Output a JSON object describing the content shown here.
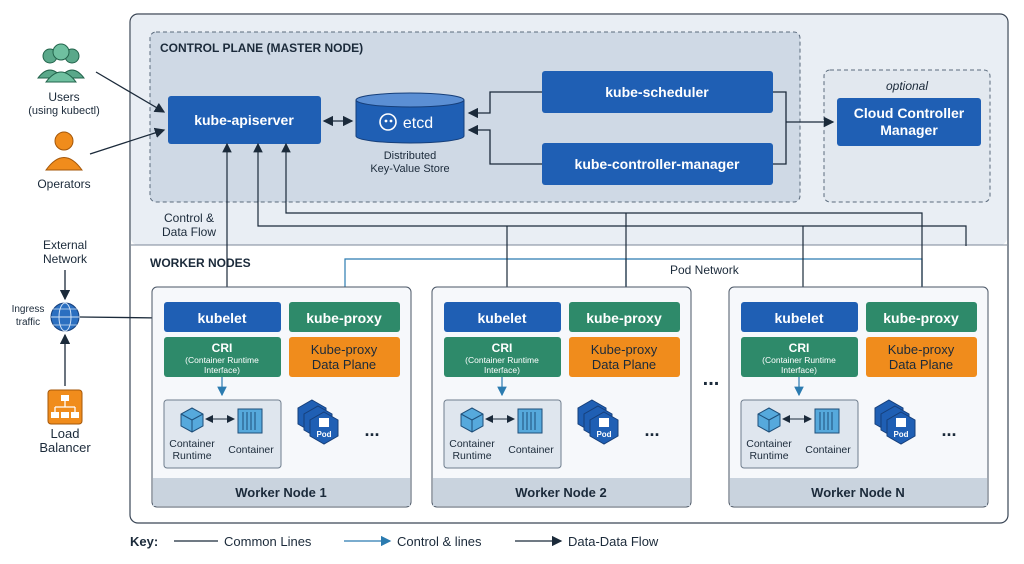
{
  "control_plane": {
    "title": "CONTROL PLANE (MASTER NODE)",
    "apiserver": "kube-apiserver",
    "etcd": "etcd",
    "etcd_caption_1": "Distributed",
    "etcd_caption_2": "Key-Value Store",
    "scheduler": "kube-scheduler",
    "controller_manager": "kube-controller-manager"
  },
  "cloud": {
    "optional_label": "optional",
    "title_1": "Cloud Controller",
    "title_2": "Manager"
  },
  "left": {
    "users_1": "Users",
    "users_2": "(using kubectl)",
    "operators": "Operators",
    "external_1": "External",
    "external_2": "Network",
    "ingress_1": "Ingress",
    "ingress_2": "traffic",
    "lb_1": "Load",
    "lb_2": "Balancer"
  },
  "flow_label_1": "Control &",
  "flow_label_2": "Data Flow",
  "worker_section_title": "WORKER NODES",
  "pod_network": "Pod Network",
  "ellipsis": "...",
  "worker_common": {
    "kubelet": "kubelet",
    "kube_proxy": "kube-proxy",
    "cri_title": "CRI",
    "cri_sub_1": "(Container Runtime",
    "cri_sub_2": "Interface)",
    "kp_data_plane_1": "Kube-proxy",
    "kp_data_plane_2": "Data Plane",
    "container_runtime_1": "Container",
    "container_runtime_2": "Runtime",
    "container": "Container",
    "pod": "Pod",
    "pod_more": "..."
  },
  "worker_nodes": [
    {
      "name": "Worker Node 1"
    },
    {
      "name": "Worker Node 2"
    },
    {
      "name": "Worker Node N"
    }
  ],
  "key": {
    "label": "Key:",
    "items": [
      "Common Lines",
      "Control & lines",
      "Data-Data Flow"
    ]
  },
  "colors": {
    "blue": "#1f5fb4",
    "green": "#2e8a6a",
    "orange": "#f08c1c",
    "teal_line": "#2b7bb0",
    "dark_line": "#1b2a3a"
  }
}
